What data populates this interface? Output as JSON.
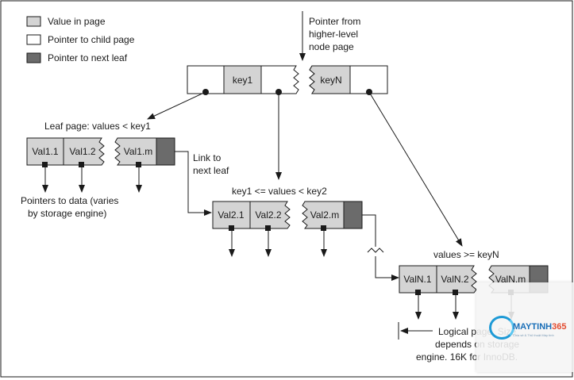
{
  "colors": {
    "value_cell": "#d4d4d4",
    "pointer_cell": "#ffffff",
    "next_leaf_cell": "#6b6b6b",
    "stroke": "#1a1a1a",
    "brand_blue": "#1a6fb8",
    "brand_orange": "#e34b2f"
  },
  "legend": {
    "items": [
      {
        "label": "Value in page",
        "swatch": "value"
      },
      {
        "label": "Pointer to child page",
        "swatch": "pointer"
      },
      {
        "label": "Pointer to next leaf",
        "swatch": "next-leaf"
      }
    ]
  },
  "root_node": {
    "note_lines": [
      "Pointer from",
      "higher-level",
      "node page"
    ],
    "keys": [
      "key1",
      "keyN"
    ]
  },
  "leaf_1": {
    "caption": "Leaf page: values < key1",
    "values": [
      "Val1.1",
      "Val1.2",
      "Val1.m"
    ],
    "data_pointer_note_lines": [
      "Pointers to data (varies",
      "by storage engine)"
    ],
    "link_note_lines": [
      "Link to",
      "next leaf"
    ]
  },
  "leaf_2": {
    "caption": "key1 <= values < key2",
    "values": [
      "Val2.1",
      "Val2.2",
      "Val2.m"
    ]
  },
  "leaf_n": {
    "caption": "values >= keyN",
    "values": [
      "ValN.1",
      "ValN.2",
      "ValN.m"
    ],
    "page_size_note_lines": [
      "Logical page. Size",
      "depends on storage",
      "engine. 16K for InnoDB."
    ]
  },
  "watermark": {
    "brand_main": "MAYTINH",
    "brand_num": "365",
    "tagline": "Chia sẻ & Thủ thuật Máy tính"
  }
}
